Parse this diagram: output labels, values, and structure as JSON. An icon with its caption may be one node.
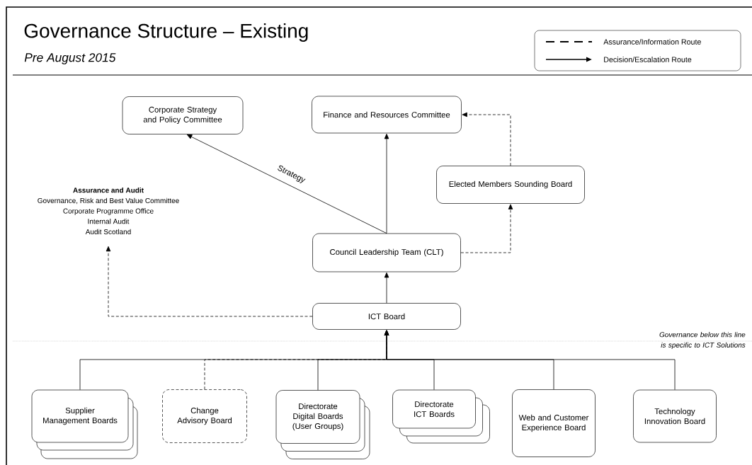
{
  "diagram": {
    "title": "Governance Structure – Existing",
    "caption": "Pre August 2015",
    "nodes": [
      {
        "text": [
          "Corporate Strategy and Policy Committee"
        ]
      },
      {
        "text": [
          "Finance and Resources Committee"
        ]
      },
      {
        "text": [
          "Assurance and Audit",
          "Governance, Risk and Best Value Committee",
          "Corporate Programme Office",
          "Internal Audit",
          "Audit Scotland"
        ]
      },
      {
        "text": [
          "Elected Members Sounding Board"
        ]
      },
      {
        "text": [
          "Council Leadership Team (CLT)"
        ]
      },
      {
        "text": [
          "ICT Board"
        ]
      },
      {
        "text": [
          "Supplier Management Boards"
        ]
      },
      {
        "text": [
          "Change Advisory Board"
        ]
      },
      {
        "text": [
          "Directorate Digital Boards (User Groups)"
        ]
      },
      {
        "text": [
          "Directorate ICT Boards"
        ]
      },
      {
        "text": [
          "Web and Customer Experience Board"
        ]
      },
      {
        "text": [
          "Technology Innovation Board"
        ]
      }
    ],
    "edges": [
      {
        "from": 4,
        "to": 0,
        "arrow": "to",
        "label": "Strategy"
      },
      {
        "from": 4,
        "to": 1,
        "arrow": "to"
      },
      {
        "from": 4,
        "to": 3,
        "arrow": "to",
        "style": "dashed"
      },
      {
        "from": 3,
        "to": 1,
        "arrow": "to",
        "style": "dashed"
      },
      {
        "from": 5,
        "to": 2,
        "arrow": "to",
        "style": "dashed"
      },
      {
        "from": 5,
        "to": 4,
        "arrow": "to"
      },
      {
        "from": 6,
        "to": 5,
        "arrow": "to"
      },
      {
        "from": 7,
        "to": 5,
        "arrow": "to",
        "style": "dashed"
      },
      {
        "from": 8,
        "to": 5,
        "arrow": "to"
      },
      {
        "from": 9,
        "to": 5,
        "arrow": "to"
      },
      {
        "from": 10,
        "to": 5,
        "arrow": "to"
      },
      {
        "from": 11,
        "to": 5,
        "arrow": "to"
      }
    ],
    "labels": [
      "Governance below this line is specific to ICT Solutions"
    ],
    "legend": [
      {
        "text": "Assurance/Information Route"
      },
      {
        "text": "Decision/Escalation Route"
      }
    ]
  }
}
